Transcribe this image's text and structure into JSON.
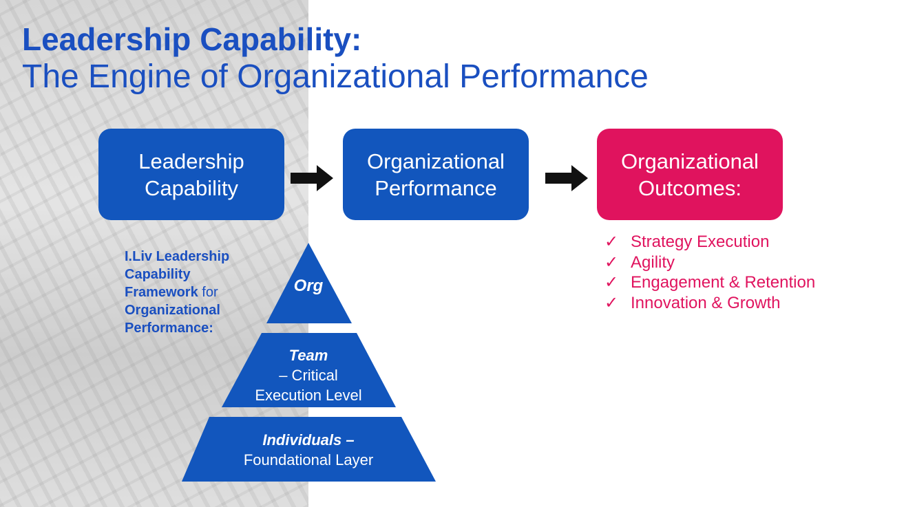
{
  "title": {
    "line1": "Leadership Capability:",
    "line2": "The Engine of Organizational Performance"
  },
  "flow": [
    {
      "label": "Leadership\nCapability",
      "color": "#1256bd"
    },
    {
      "label": "Organizational\nPerformance",
      "color": "#1256bd"
    },
    {
      "label": "Organizational\nOutcomes:",
      "color": "#e0135e"
    }
  ],
  "outcomes": {
    "check": "✓",
    "items": [
      "Strategy Execution",
      "Agility",
      "Engagement & Retention",
      "Innovation & Growth"
    ]
  },
  "framework": {
    "part1": "I.Liv Leadership Capability Framework",
    "part2": " for ",
    "part3": "Organizational Performance:"
  },
  "pyramid": [
    {
      "bold": "Org",
      "text": ""
    },
    {
      "bold": "Team",
      "text": "– Critical\nExecution Level"
    },
    {
      "bold": "Individuals –",
      "text": "Foundational Layer"
    }
  ]
}
